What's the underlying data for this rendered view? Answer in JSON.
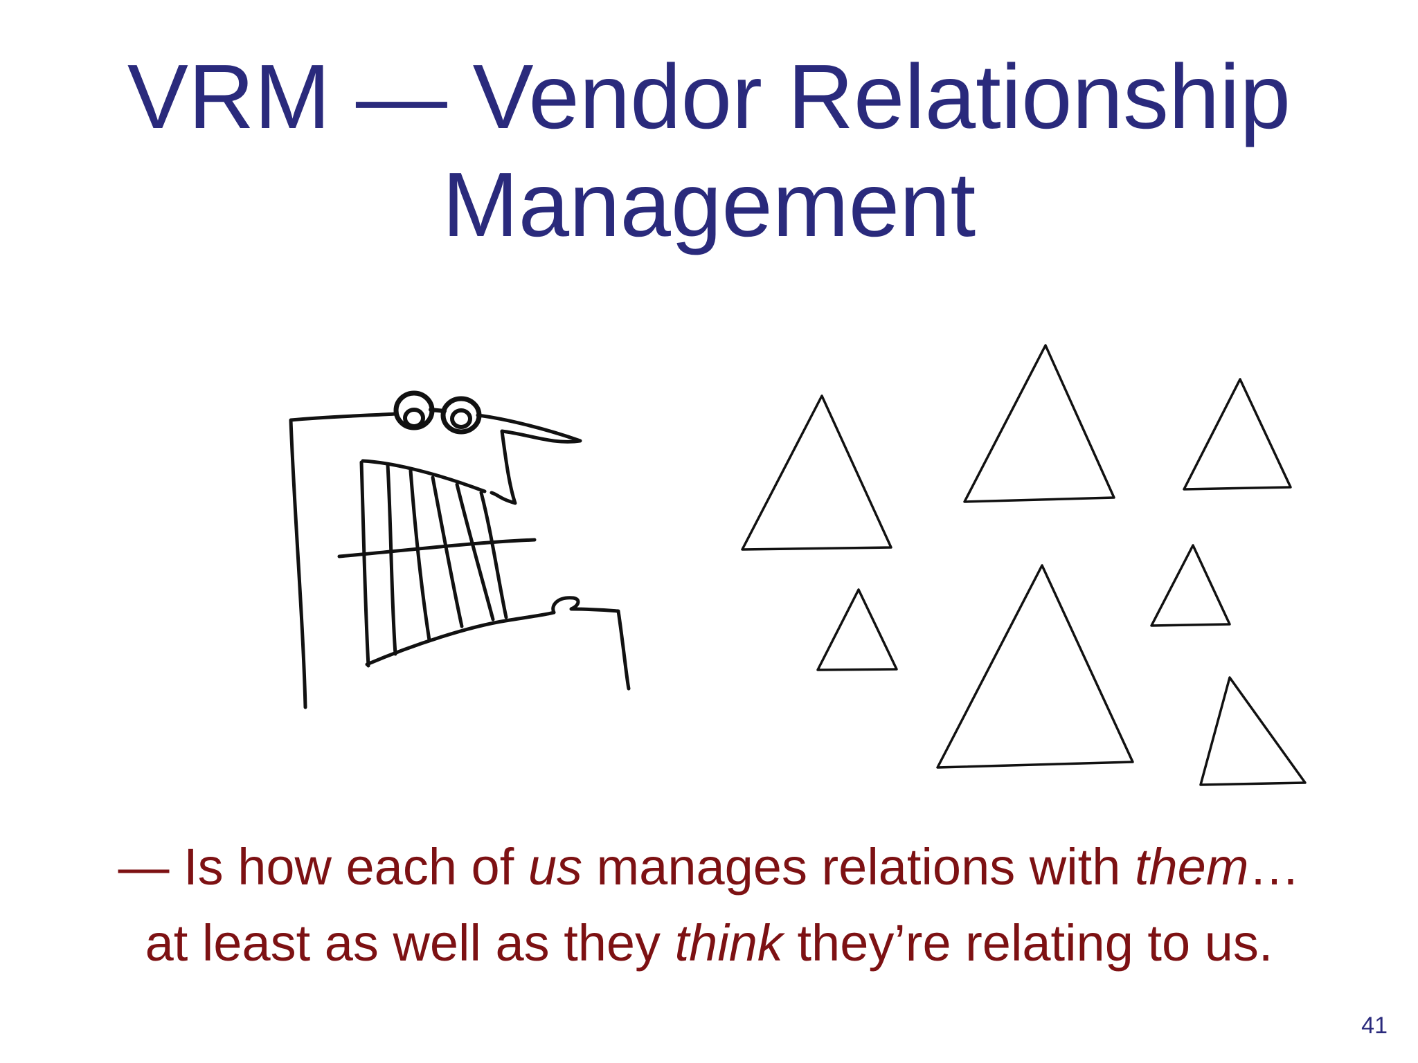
{
  "slide": {
    "title_line1": "VRM — Vendor Relationship",
    "title_line2": "Management",
    "caption": {
      "line1": [
        {
          "text": "— Is how each of ",
          "italic": false
        },
        {
          "text": "us",
          "italic": true
        },
        {
          "text": " manages relations with ",
          "italic": false
        },
        {
          "text": "them",
          "italic": true
        },
        {
          "text": "…",
          "italic": false
        }
      ],
      "line2": [
        {
          "text": "at least as well as they ",
          "italic": false
        },
        {
          "text": "think",
          "italic": true
        },
        {
          "text": " they’re relating to us.",
          "italic": false
        }
      ]
    },
    "page_number": "41"
  },
  "colors": {
    "title": "#2a2a7c",
    "caption": "#7d1113",
    "ink": "#111111",
    "background": "#ffffff"
  },
  "illustration": {
    "figure": "sketched-vendor-creature",
    "shapes": "triangle-icon",
    "triangle_count": 7
  }
}
